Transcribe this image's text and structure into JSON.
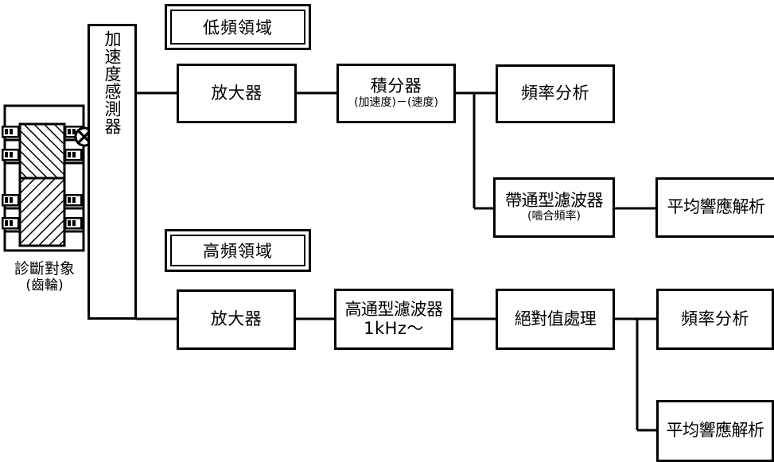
{
  "diagram": {
    "title": "gear-diagnosis-signal-processing-block-diagram",
    "stroke_color": "#000000",
    "background_color": "#ffffff"
  },
  "source": {
    "caption_main": "診斷對象",
    "caption_sub": "(齒輪)",
    "sensor_symbol": "⊗"
  },
  "sensor": {
    "label": "加速度感測器"
  },
  "sections": {
    "low_band": "低頻領域",
    "high_band": "高頻領域"
  },
  "blocks": {
    "amp_low": {
      "label": "放大器"
    },
    "integrator": {
      "label": "積分器",
      "sub": "(加速度)－(速度)"
    },
    "freq_analysis_top": {
      "label": "頻率分析"
    },
    "bandpass": {
      "label": "帶通型濾波器",
      "sub": "(嚙合頻率)"
    },
    "avg_response_top": {
      "label": "平均響應解析"
    },
    "amp_high": {
      "label": "放大器"
    },
    "highpass": {
      "label": "高通型濾波器",
      "sub": "1kHz～"
    },
    "abs_value": {
      "label": "絕對值處理"
    },
    "freq_analysis_bottom": {
      "label": "頻率分析"
    },
    "avg_response_bottom": {
      "label": "平均響應解析"
    }
  }
}
